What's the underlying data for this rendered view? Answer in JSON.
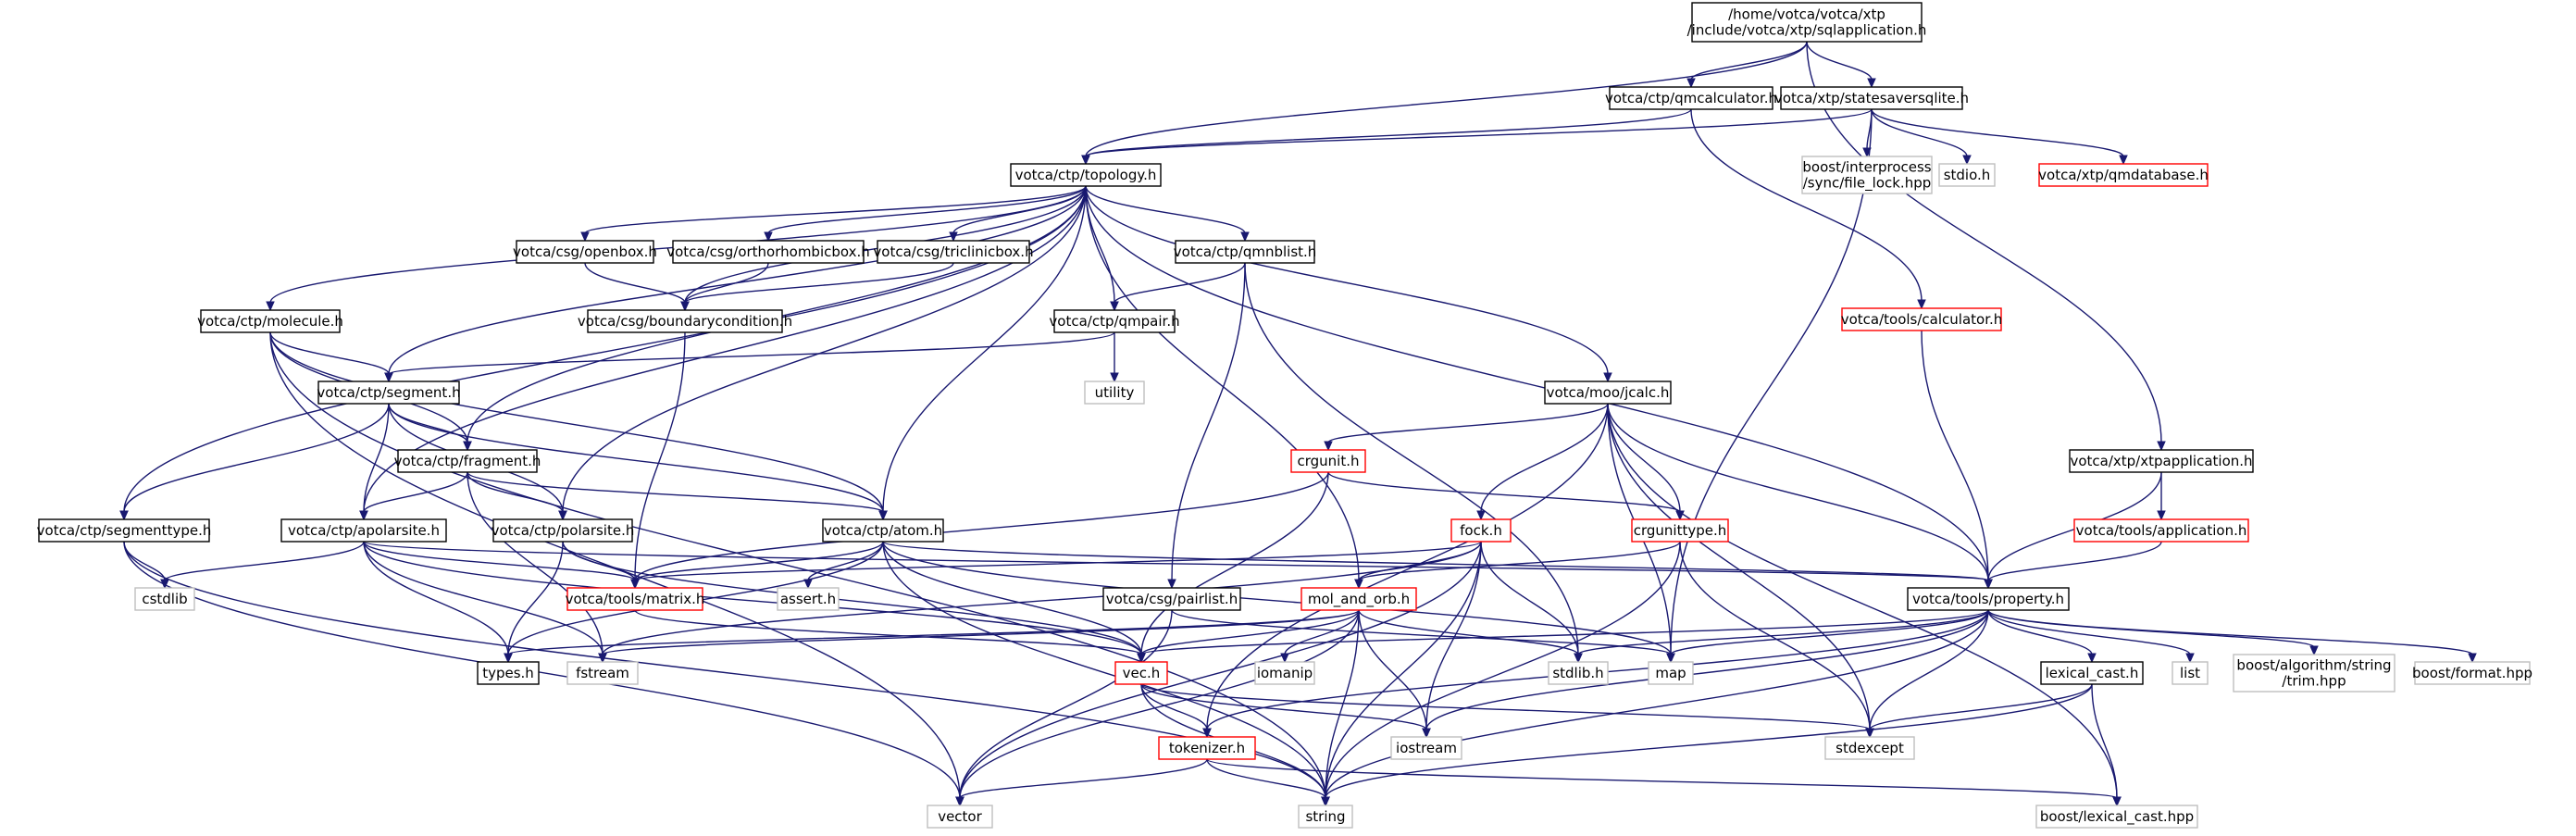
{
  "graph": {
    "colors": {
      "edge": "#191970",
      "node_border": "#000000",
      "node_border_undocumented": "#ff0000",
      "node_border_external": "#bfbfbf",
      "root_fill": "#bfbfbf"
    },
    "nodes": [
      {
        "id": "root",
        "lines": [
          "/home/votca/votca/xtp",
          "/include/votca/xtp/sqlapplication.h"
        ],
        "kind": "root"
      },
      {
        "id": "qmcalculator",
        "lines": [
          "votca/ctp/qmcalculator.h"
        ],
        "kind": "normal"
      },
      {
        "id": "statesaversqlite",
        "lines": [
          "votca/xtp/statesaversqlite.h"
        ],
        "kind": "normal"
      },
      {
        "id": "topology",
        "lines": [
          "votca/ctp/topology.h"
        ],
        "kind": "normal"
      },
      {
        "id": "file_lock",
        "lines": [
          "boost/interprocess",
          "/sync/file_lock.hpp"
        ],
        "kind": "external"
      },
      {
        "id": "stdio",
        "lines": [
          "stdio.h"
        ],
        "kind": "external"
      },
      {
        "id": "qmdatabase",
        "lines": [
          "votca/xtp/qmdatabase.h"
        ],
        "kind": "undocumented"
      },
      {
        "id": "openbox",
        "lines": [
          "votca/csg/openbox.h"
        ],
        "kind": "normal"
      },
      {
        "id": "orthorhombicbox",
        "lines": [
          "votca/csg/orthorhombicbox.h"
        ],
        "kind": "normal"
      },
      {
        "id": "triclinicbox",
        "lines": [
          "votca/csg/triclinicbox.h"
        ],
        "kind": "normal"
      },
      {
        "id": "qmnblist",
        "lines": [
          "votca/ctp/qmnblist.h"
        ],
        "kind": "normal"
      },
      {
        "id": "calculator",
        "lines": [
          "votca/tools/calculator.h"
        ],
        "kind": "undocumented"
      },
      {
        "id": "molecule",
        "lines": [
          "votca/ctp/molecule.h"
        ],
        "kind": "normal"
      },
      {
        "id": "boundarycondition",
        "lines": [
          "votca/csg/boundarycondition.h"
        ],
        "kind": "normal"
      },
      {
        "id": "qmpair",
        "lines": [
          "votca/ctp/qmpair.h"
        ],
        "kind": "normal"
      },
      {
        "id": "segment",
        "lines": [
          "votca/ctp/segment.h"
        ],
        "kind": "normal"
      },
      {
        "id": "utility",
        "lines": [
          "utility"
        ],
        "kind": "external"
      },
      {
        "id": "jcalc",
        "lines": [
          "votca/moo/jcalc.h"
        ],
        "kind": "normal"
      },
      {
        "id": "crgunit",
        "lines": [
          "crgunit.h"
        ],
        "kind": "undocumented"
      },
      {
        "id": "xtpapplication",
        "lines": [
          "votca/xtp/xtpapplication.h"
        ],
        "kind": "normal"
      },
      {
        "id": "fragment",
        "lines": [
          "votca/ctp/fragment.h"
        ],
        "kind": "normal"
      },
      {
        "id": "segmenttype",
        "lines": [
          "votca/ctp/segmenttype.h"
        ],
        "kind": "normal"
      },
      {
        "id": "apolarsite",
        "lines": [
          "votca/ctp/apolarsite.h"
        ],
        "kind": "normal"
      },
      {
        "id": "polarsite",
        "lines": [
          "votca/ctp/polarsite.h"
        ],
        "kind": "normal"
      },
      {
        "id": "atom",
        "lines": [
          "votca/ctp/atom.h"
        ],
        "kind": "normal"
      },
      {
        "id": "fock",
        "lines": [
          "fock.h"
        ],
        "kind": "undocumented"
      },
      {
        "id": "crgunittype",
        "lines": [
          "crgunittype.h"
        ],
        "kind": "undocumented"
      },
      {
        "id": "application",
        "lines": [
          "votca/tools/application.h"
        ],
        "kind": "undocumented"
      },
      {
        "id": "cstdlib",
        "lines": [
          "cstdlib"
        ],
        "kind": "external"
      },
      {
        "id": "matrix",
        "lines": [
          "votca/tools/matrix.h"
        ],
        "kind": "undocumented"
      },
      {
        "id": "assert",
        "lines": [
          "assert.h"
        ],
        "kind": "external"
      },
      {
        "id": "pairlist",
        "lines": [
          "votca/csg/pairlist.h"
        ],
        "kind": "normal"
      },
      {
        "id": "mol_and_orb",
        "lines": [
          "mol_and_orb.h"
        ],
        "kind": "undocumented"
      },
      {
        "id": "property",
        "lines": [
          "votca/tools/property.h"
        ],
        "kind": "normal"
      },
      {
        "id": "types",
        "lines": [
          "types.h"
        ],
        "kind": "normal"
      },
      {
        "id": "fstream",
        "lines": [
          "fstream"
        ],
        "kind": "external"
      },
      {
        "id": "vec",
        "lines": [
          "vec.h"
        ],
        "kind": "undocumented"
      },
      {
        "id": "iomanip",
        "lines": [
          "iomanip"
        ],
        "kind": "external"
      },
      {
        "id": "stdlib",
        "lines": [
          "stdlib.h"
        ],
        "kind": "external"
      },
      {
        "id": "map",
        "lines": [
          "map"
        ],
        "kind": "external"
      },
      {
        "id": "lexical_cast",
        "lines": [
          "lexical_cast.h"
        ],
        "kind": "normal"
      },
      {
        "id": "list",
        "lines": [
          "list"
        ],
        "kind": "external"
      },
      {
        "id": "trim",
        "lines": [
          "boost/algorithm/string",
          "/trim.hpp"
        ],
        "kind": "external"
      },
      {
        "id": "format",
        "lines": [
          "boost/format.hpp"
        ],
        "kind": "external"
      },
      {
        "id": "tokenizer",
        "lines": [
          "tokenizer.h"
        ],
        "kind": "undocumented"
      },
      {
        "id": "iostream",
        "lines": [
          "iostream"
        ],
        "kind": "external"
      },
      {
        "id": "stdexcept",
        "lines": [
          "stdexcept"
        ],
        "kind": "external"
      },
      {
        "id": "vector",
        "lines": [
          "vector"
        ],
        "kind": "external"
      },
      {
        "id": "string",
        "lines": [
          "string"
        ],
        "kind": "external"
      },
      {
        "id": "boost_lexical_cast",
        "lines": [
          "boost/lexical_cast.hpp"
        ],
        "kind": "external"
      }
    ],
    "edges": [
      [
        "root",
        "topology"
      ],
      [
        "root",
        "qmcalculator"
      ],
      [
        "root",
        "statesaversqlite"
      ],
      [
        "root",
        "xtpapplication"
      ],
      [
        "qmcalculator",
        "topology"
      ],
      [
        "qmcalculator",
        "calculator"
      ],
      [
        "statesaversqlite",
        "topology"
      ],
      [
        "statesaversqlite",
        "file_lock"
      ],
      [
        "statesaversqlite",
        "stdio"
      ],
      [
        "statesaversqlite",
        "qmdatabase"
      ],
      [
        "statesaversqlite",
        "map"
      ],
      [
        "topology",
        "openbox"
      ],
      [
        "topology",
        "orthorhombicbox"
      ],
      [
        "topology",
        "triclinicbox"
      ],
      [
        "topology",
        "qmnblist"
      ],
      [
        "topology",
        "molecule"
      ],
      [
        "topology",
        "boundarycondition"
      ],
      [
        "topology",
        "qmpair"
      ],
      [
        "topology",
        "segment"
      ],
      [
        "topology",
        "fragment"
      ],
      [
        "topology",
        "segmenttype"
      ],
      [
        "topology",
        "apolarsite"
      ],
      [
        "topology",
        "polarsite"
      ],
      [
        "topology",
        "atom"
      ],
      [
        "topology",
        "jcalc"
      ],
      [
        "topology",
        "mol_and_orb"
      ],
      [
        "topology",
        "property"
      ],
      [
        "openbox",
        "boundarycondition"
      ],
      [
        "orthorhombicbox",
        "boundarycondition"
      ],
      [
        "triclinicbox",
        "boundarycondition"
      ],
      [
        "boundarycondition",
        "matrix"
      ],
      [
        "qmnblist",
        "qmpair"
      ],
      [
        "qmnblist",
        "pairlist"
      ],
      [
        "qmnblist",
        "stdlib"
      ],
      [
        "qmpair",
        "segment"
      ],
      [
        "qmpair",
        "utility"
      ],
      [
        "molecule",
        "segment"
      ],
      [
        "molecule",
        "fragment"
      ],
      [
        "molecule",
        "atom"
      ],
      [
        "molecule",
        "vector"
      ],
      [
        "molecule",
        "string"
      ],
      [
        "segment",
        "fragment"
      ],
      [
        "segment",
        "segmenttype"
      ],
      [
        "segment",
        "apolarsite"
      ],
      [
        "segment",
        "polarsite"
      ],
      [
        "segment",
        "atom"
      ],
      [
        "fragment",
        "apolarsite"
      ],
      [
        "fragment",
        "polarsite"
      ],
      [
        "fragment",
        "atom"
      ],
      [
        "fragment",
        "fstream"
      ],
      [
        "segmenttype",
        "cstdlib"
      ],
      [
        "segmenttype",
        "vector"
      ],
      [
        "segmenttype",
        "string"
      ],
      [
        "apolarsite",
        "cstdlib"
      ],
      [
        "apolarsite",
        "matrix"
      ],
      [
        "apolarsite",
        "vec"
      ],
      [
        "apolarsite",
        "types"
      ],
      [
        "apolarsite",
        "fstream"
      ],
      [
        "apolarsite",
        "property"
      ],
      [
        "polarsite",
        "matrix"
      ],
      [
        "polarsite",
        "vec"
      ],
      [
        "polarsite",
        "types"
      ],
      [
        "atom",
        "matrix"
      ],
      [
        "atom",
        "vec"
      ],
      [
        "atom",
        "types"
      ],
      [
        "atom",
        "assert"
      ],
      [
        "atom",
        "string"
      ],
      [
        "atom",
        "map"
      ],
      [
        "atom",
        "property"
      ],
      [
        "jcalc",
        "crgunit"
      ],
      [
        "jcalc",
        "crgunittype"
      ],
      [
        "jcalc",
        "fock"
      ],
      [
        "jcalc",
        "tokenizer"
      ],
      [
        "jcalc",
        "property"
      ],
      [
        "jcalc",
        "map"
      ],
      [
        "jcalc",
        "stdexcept"
      ],
      [
        "jcalc",
        "boost_lexical_cast"
      ],
      [
        "crgunit",
        "matrix"
      ],
      [
        "crgunit",
        "vec"
      ],
      [
        "crgunit",
        "crgunittype"
      ],
      [
        "crgunittype",
        "mol_and_orb"
      ],
      [
        "crgunittype",
        "string"
      ],
      [
        "crgunittype",
        "stdexcept"
      ],
      [
        "fock",
        "mol_and_orb"
      ],
      [
        "fock",
        "fstream"
      ],
      [
        "fock",
        "stdlib"
      ],
      [
        "fock",
        "iostream"
      ],
      [
        "fock",
        "vector"
      ],
      [
        "fock",
        "string"
      ],
      [
        "fock",
        "matrix"
      ],
      [
        "mol_and_orb",
        "vec"
      ],
      [
        "mol_and_orb",
        "types"
      ],
      [
        "mol_and_orb",
        "iomanip"
      ],
      [
        "mol_and_orb",
        "stdlib"
      ],
      [
        "mol_and_orb",
        "string"
      ],
      [
        "mol_and_orb",
        "vector"
      ],
      [
        "mol_and_orb",
        "fstream"
      ],
      [
        "mol_and_orb",
        "iostream"
      ],
      [
        "pairlist",
        "map"
      ],
      [
        "pairlist",
        "vector"
      ],
      [
        "calculator",
        "property"
      ],
      [
        "xtpapplication",
        "application"
      ],
      [
        "xtpapplication",
        "property"
      ],
      [
        "application",
        "property"
      ],
      [
        "matrix",
        "vec"
      ],
      [
        "vec",
        "tokenizer"
      ],
      [
        "vec",
        "string"
      ],
      [
        "vec",
        "iostream"
      ],
      [
        "vec",
        "stdexcept"
      ],
      [
        "property",
        "vec"
      ],
      [
        "property",
        "stdlib"
      ],
      [
        "property",
        "map"
      ],
      [
        "property",
        "lexical_cast"
      ],
      [
        "property",
        "list"
      ],
      [
        "property",
        "trim"
      ],
      [
        "property",
        "format"
      ],
      [
        "property",
        "tokenizer"
      ],
      [
        "property",
        "iostream"
      ],
      [
        "property",
        "stdexcept"
      ],
      [
        "property",
        "string"
      ],
      [
        "lexical_cast",
        "stdexcept"
      ],
      [
        "lexical_cast",
        "string"
      ],
      [
        "lexical_cast",
        "boost_lexical_cast"
      ],
      [
        "tokenizer",
        "vector"
      ],
      [
        "tokenizer",
        "string"
      ],
      [
        "tokenizer",
        "boost_lexical_cast"
      ]
    ]
  }
}
